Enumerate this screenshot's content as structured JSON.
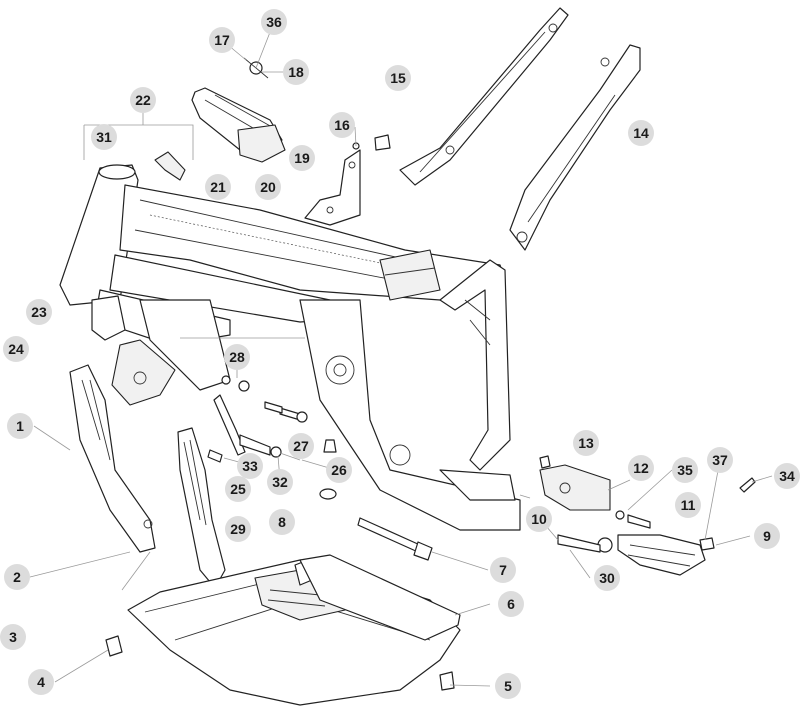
{
  "diagram": {
    "callout_color": "#dcdcdc",
    "callouts": [
      {
        "id": "callout-36",
        "label": "36"
      },
      {
        "id": "callout-17",
        "label": "17"
      },
      {
        "id": "callout-18",
        "label": "18"
      },
      {
        "id": "callout-15",
        "label": "15"
      },
      {
        "id": "callout-22",
        "label": "22"
      },
      {
        "id": "callout-31",
        "label": "31"
      },
      {
        "id": "callout-16",
        "label": "16"
      },
      {
        "id": "callout-14",
        "label": "14"
      },
      {
        "id": "callout-19",
        "label": "19"
      },
      {
        "id": "callout-21",
        "label": "21"
      },
      {
        "id": "callout-20",
        "label": "20"
      },
      {
        "id": "callout-23",
        "label": "23"
      },
      {
        "id": "callout-24",
        "label": "24"
      },
      {
        "id": "callout-28",
        "label": "28"
      },
      {
        "id": "callout-1",
        "label": "1"
      },
      {
        "id": "callout-13",
        "label": "13"
      },
      {
        "id": "callout-27",
        "label": "27"
      },
      {
        "id": "callout-33",
        "label": "33"
      },
      {
        "id": "callout-26",
        "label": "26"
      },
      {
        "id": "callout-12",
        "label": "12"
      },
      {
        "id": "callout-35",
        "label": "35"
      },
      {
        "id": "callout-37",
        "label": "37"
      },
      {
        "id": "callout-34",
        "label": "34"
      },
      {
        "id": "callout-25",
        "label": "25"
      },
      {
        "id": "callout-32",
        "label": "32"
      },
      {
        "id": "callout-11",
        "label": "11"
      },
      {
        "id": "callout-10",
        "label": "10"
      },
      {
        "id": "callout-29",
        "label": "29"
      },
      {
        "id": "callout-8",
        "label": "8"
      },
      {
        "id": "callout-9",
        "label": "9"
      },
      {
        "id": "callout-7",
        "label": "7"
      },
      {
        "id": "callout-2",
        "label": "2"
      },
      {
        "id": "callout-30",
        "label": "30"
      },
      {
        "id": "callout-6",
        "label": "6"
      },
      {
        "id": "callout-3",
        "label": "3"
      },
      {
        "id": "callout-4",
        "label": "4"
      },
      {
        "id": "callout-5",
        "label": "5"
      }
    ]
  }
}
